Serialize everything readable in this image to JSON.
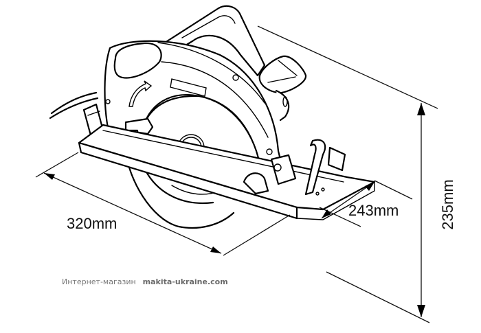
{
  "diagram": {
    "subject": "circular-saw",
    "dimensions": {
      "length": "320mm",
      "width": "243mm",
      "height": "235mm"
    }
  },
  "watermark": {
    "prefix": "Интернет-магазин",
    "site": "makita-ukraine.com"
  }
}
